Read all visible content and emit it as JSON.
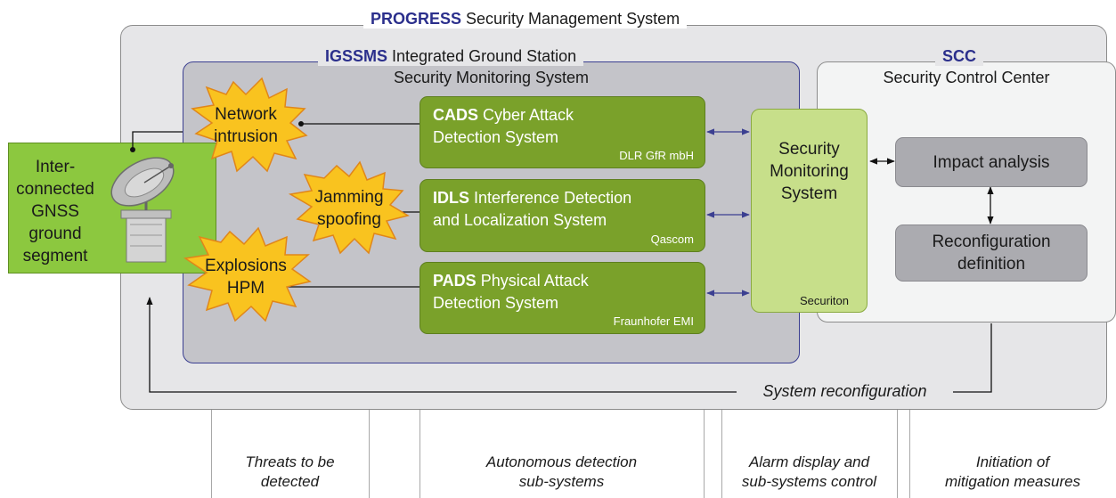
{
  "outer": {
    "title_bold": "PROGRESS",
    "title_rest": " Security Management System"
  },
  "igssms": {
    "title_bold": "IGSSMS",
    "title_rest": " Integrated Ground Station",
    "subtitle": "Security Monitoring System"
  },
  "scc": {
    "title_bold": "SCC",
    "subtitle": "Security Control Center"
  },
  "gnss": {
    "lines": [
      "Inter-",
      "connected",
      "GNSS",
      "ground",
      "segment"
    ]
  },
  "threats": [
    {
      "lines": [
        "Network",
        "intrusion"
      ]
    },
    {
      "lines": [
        "Jamming",
        "spoofing"
      ]
    },
    {
      "lines": [
        "Explosions",
        "HPM"
      ]
    }
  ],
  "subsystems": [
    {
      "abbr": "CADS",
      "line1": " Cyber Attack",
      "line2": "Detection System",
      "vendor": "DLR GfR mbH"
    },
    {
      "abbr": "IDLS",
      "line1": " Interference Detection",
      "line2": "and Localization System",
      "vendor": "Qascom"
    },
    {
      "abbr": "PADS",
      "line1": " Physical Attack",
      "line2": "Detection System",
      "vendor": "Fraunhofer EMI"
    }
  ],
  "sms": {
    "lines": [
      "Security",
      "Monitoring",
      "System"
    ],
    "vendor": "Securiton"
  },
  "impact": "Impact analysis",
  "reconfig": {
    "lines": [
      "Reconfiguration",
      "definition"
    ]
  },
  "feedback": "System reconfiguration",
  "columns": [
    {
      "lines": [
        "Threats to be",
        "detected"
      ]
    },
    {
      "lines": [
        "Autonomous detection",
        "sub-systems"
      ]
    },
    {
      "lines": [
        "Alarm display and",
        "sub-systems control"
      ]
    },
    {
      "lines": [
        "Initiation of",
        "mitigation measures"
      ]
    }
  ],
  "colors": {
    "accent_blue": "#2b2f8c",
    "subsystem_green": "#7aa12a",
    "sms_green": "#c7df8a",
    "gnss_green": "#8cc83f",
    "burst_yellow": "#f9c31f",
    "burst_outline": "#e0861a"
  }
}
